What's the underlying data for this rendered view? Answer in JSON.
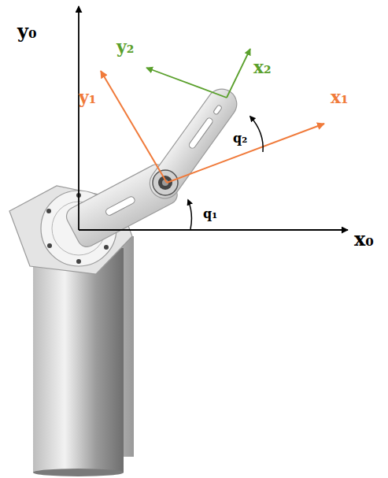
{
  "diagram": {
    "labels": [
      "y₀",
      "x₀",
      "y₁",
      "x₁",
      "y₂",
      "x₂",
      "q₁",
      "q₂"
    ]
  }
}
